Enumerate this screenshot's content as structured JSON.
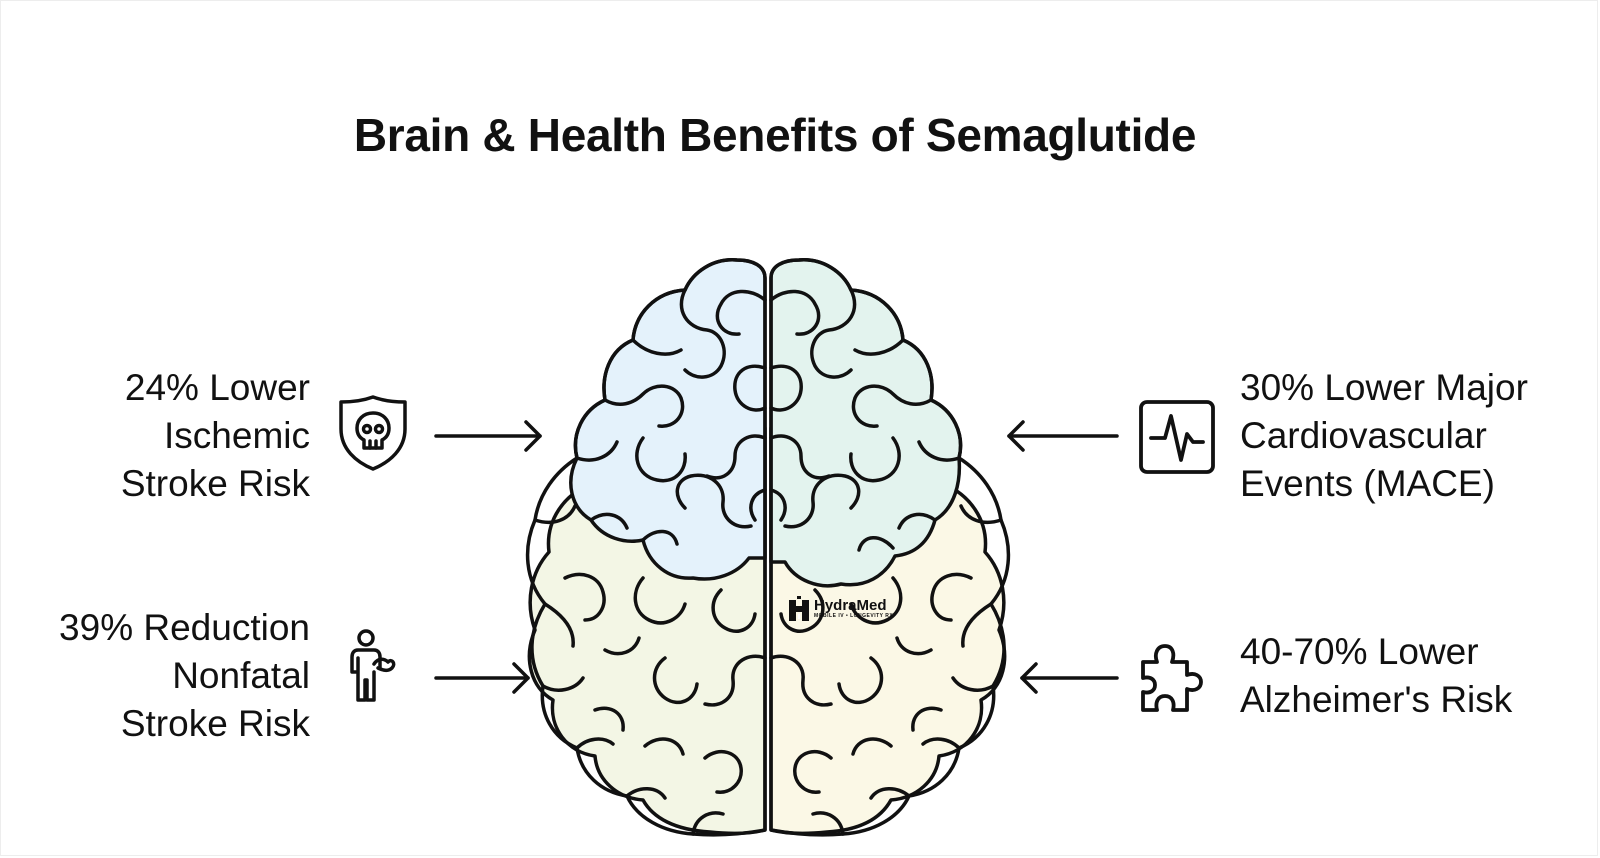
{
  "title": "Brain & Health Benefits of Semaglutide",
  "benefits": [
    {
      "lines": [
        "24% Lower",
        "Ischemic",
        "Stroke Risk"
      ],
      "icon": "shield-skull-icon",
      "side": "left"
    },
    {
      "lines": [
        "39% Reduction",
        "Nonfatal",
        "Stroke Risk"
      ],
      "icon": "person-stroke-icon",
      "side": "left"
    },
    {
      "lines": [
        "30% Lower Major",
        "Cardiovascular",
        "Events (MACE)"
      ],
      "icon": "heartbeat-monitor-icon",
      "side": "right"
    },
    {
      "lines": [
        "40-70% Lower",
        "Alzheimer's Risk"
      ],
      "icon": "puzzle-piece-icon",
      "side": "right"
    }
  ],
  "logo": {
    "name": "HydraMed",
    "tagline": "MOBILE IV • LONGEVITY RX"
  },
  "colors": {
    "brain_frontal": "#e4f2fb",
    "brain_frontal_right": "#e3f3ee",
    "brain_rear": "#f3f6e5",
    "brain_rear_right": "#fbf8e6",
    "stroke": "#111111"
  }
}
